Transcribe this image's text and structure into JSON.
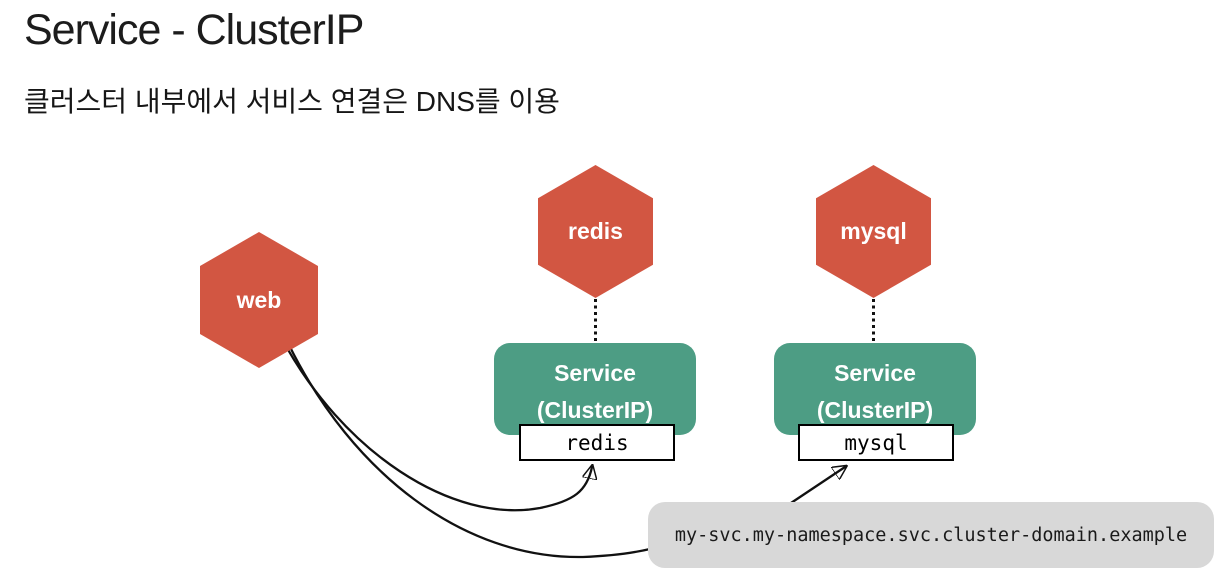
{
  "slide": {
    "title": "Service - ClusterIP",
    "subtitle": "클러스터 내부에서 서비스 연결은 DNS를 이용"
  },
  "diagram": {
    "pods": {
      "web": {
        "label": "web"
      },
      "redis": {
        "label": "redis"
      },
      "mysql": {
        "label": "mysql"
      }
    },
    "services": {
      "redis": {
        "line1": "Service",
        "line2": "(ClusterIP)",
        "name": "redis"
      },
      "mysql": {
        "line1": "Service",
        "line2": "(ClusterIP)",
        "name": "mysql"
      }
    },
    "dns": {
      "text": "my-svc.my-namespace.svc.cluster-domain.example"
    },
    "connections": [
      {
        "from": "web",
        "to": "service-redis-name-box",
        "style": "curved-arrow"
      },
      {
        "from": "web",
        "to": "dns-name-box",
        "style": "curved-line"
      },
      {
        "from": "dns-name-box",
        "to": "service-mysql-name-box",
        "style": "straight-arrow"
      },
      {
        "from": "pod-redis",
        "to": "service-redis",
        "style": "dotted"
      },
      {
        "from": "pod-mysql",
        "to": "service-mysql",
        "style": "dotted"
      }
    ],
    "colors": {
      "pod_fill": "#d25642",
      "service_fill": "#4d9d84",
      "dns_fill": "#d8d8d8",
      "line": "#111111",
      "background": "#ffffff"
    }
  }
}
